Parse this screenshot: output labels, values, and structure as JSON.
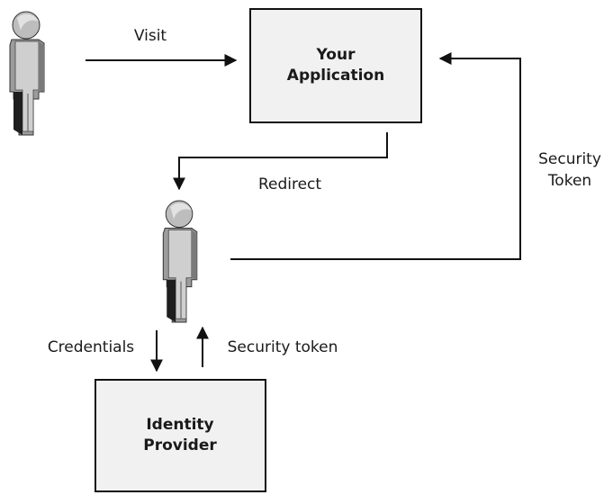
{
  "diagram": {
    "nodes": {
      "user_top": {
        "icon": "person-icon"
      },
      "user_middle": {
        "icon": "person-icon"
      },
      "app": {
        "label_lines": [
          "Your",
          "Application"
        ]
      },
      "idp": {
        "label_lines": [
          "Identity",
          "Provider"
        ]
      }
    },
    "edges": {
      "visit": {
        "label": "Visit"
      },
      "redirect": {
        "label": "Redirect"
      },
      "security_token_right": {
        "label_lines": [
          "Security",
          "Token"
        ]
      },
      "credentials": {
        "label": "Credentials"
      },
      "security_token_bottom": {
        "label": "Security token"
      }
    },
    "colors": {
      "box_fill": "#f1f1f1",
      "line": "#111111",
      "person_light": "#c8c8c8",
      "person_mid": "#8a8a8a",
      "person_dark": "#1a1a1a"
    }
  }
}
